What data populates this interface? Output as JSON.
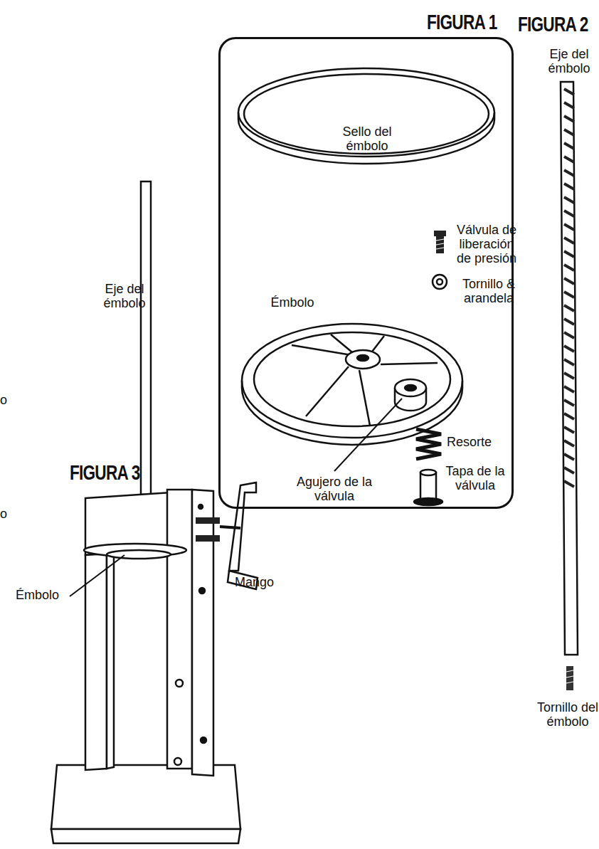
{
  "diagram": {
    "nodes": [
      {
        "text": [
          "FIGURA 1",
          "Sello del émbolo",
          "Válvula de liberación de presión",
          "Tornillo & arandela",
          "Émbolo",
          "Agujero de la válvula",
          "Resorte",
          "Tapa de la válvula"
        ]
      }
    ],
    "labels": [
      "FIGURA 2",
      "Eje del émbolo",
      "Tornillo del émbolo",
      "FIGURA 3",
      "Eje del émbolo",
      "Émbolo",
      "Mango",
      "o",
      "o"
    ]
  }
}
